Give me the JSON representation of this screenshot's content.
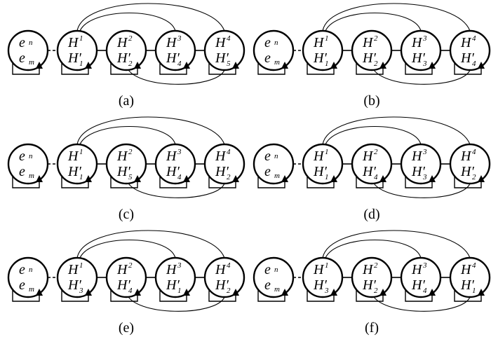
{
  "figure": {
    "panels": [
      {
        "caption": "(a)",
        "left_node": {
          "top": "e",
          "top_sub": "n",
          "bottom": "e",
          "bottom_sub": "m"
        },
        "nodes": [
          {
            "top": "H",
            "top_sub": "1",
            "bottom": "H′",
            "bottom_sub": "1"
          },
          {
            "top": "H",
            "top_sub": "2",
            "bottom": "H′",
            "bottom_sub": "2"
          },
          {
            "top": "H",
            "top_sub": "3",
            "bottom": "H′",
            "bottom_sub": "4"
          },
          {
            "top": "H",
            "top_sub": "4",
            "bottom": "H′",
            "bottom_sub": "5"
          }
        ]
      },
      {
        "caption": "(b)",
        "left_node": {
          "top": "e",
          "top_sub": "n",
          "bottom": "e",
          "bottom_sub": "m"
        },
        "nodes": [
          {
            "top": "H",
            "top_sub": "1",
            "bottom": "H′",
            "bottom_sub": "1"
          },
          {
            "top": "H",
            "top_sub": "2",
            "bottom": "H′",
            "bottom_sub": "2"
          },
          {
            "top": "H",
            "top_sub": "3",
            "bottom": "H′",
            "bottom_sub": "3"
          },
          {
            "top": "H",
            "top_sub": "4",
            "bottom": "H′",
            "bottom_sub": "4"
          }
        ]
      },
      {
        "caption": "(c)",
        "left_node": {
          "top": "e",
          "top_sub": "n",
          "bottom": "e",
          "bottom_sub": "m"
        },
        "nodes": [
          {
            "top": "H",
            "top_sub": "1",
            "bottom": "H′",
            "bottom_sub": "1"
          },
          {
            "top": "H",
            "top_sub": "2",
            "bottom": "H′",
            "bottom_sub": "5"
          },
          {
            "top": "H",
            "top_sub": "3",
            "bottom": "H′",
            "bottom_sub": "4"
          },
          {
            "top": "H",
            "top_sub": "4",
            "bottom": "H′",
            "bottom_sub": "2"
          }
        ]
      },
      {
        "caption": "(d)",
        "left_node": {
          "top": "e",
          "top_sub": "n",
          "bottom": "e",
          "bottom_sub": "m"
        },
        "nodes": [
          {
            "top": "H",
            "top_sub": "1",
            "bottom": "H′",
            "bottom_sub": "1"
          },
          {
            "top": "H",
            "top_sub": "2",
            "bottom": "H′",
            "bottom_sub": "4"
          },
          {
            "top": "H",
            "top_sub": "3",
            "bottom": "H′",
            "bottom_sub": "3"
          },
          {
            "top": "H",
            "top_sub": "4",
            "bottom": "H′",
            "bottom_sub": "2"
          }
        ]
      },
      {
        "caption": "(e)",
        "left_node": {
          "top": "e",
          "top_sub": "n",
          "bottom": "e",
          "bottom_sub": "m"
        },
        "nodes": [
          {
            "top": "H",
            "top_sub": "1",
            "bottom": "H′",
            "bottom_sub": "3"
          },
          {
            "top": "H",
            "top_sub": "2",
            "bottom": "H′",
            "bottom_sub": "4"
          },
          {
            "top": "H",
            "top_sub": "3",
            "bottom": "H′",
            "bottom_sub": "1"
          },
          {
            "top": "H",
            "top_sub": "4",
            "bottom": "H′",
            "bottom_sub": "2"
          }
        ]
      },
      {
        "caption": "(f)",
        "left_node": {
          "top": "e",
          "top_sub": "n",
          "bottom": "e",
          "bottom_sub": "m"
        },
        "nodes": [
          {
            "top": "H",
            "top_sub": "1",
            "bottom": "H′",
            "bottom_sub": "3"
          },
          {
            "top": "H",
            "top_sub": "2",
            "bottom": "H′",
            "bottom_sub": "2"
          },
          {
            "top": "H",
            "top_sub": "3",
            "bottom": "H′",
            "bottom_sub": "4"
          },
          {
            "top": "H",
            "top_sub": "4",
            "bottom": "H′",
            "bottom_sub": "1"
          }
        ]
      }
    ]
  }
}
